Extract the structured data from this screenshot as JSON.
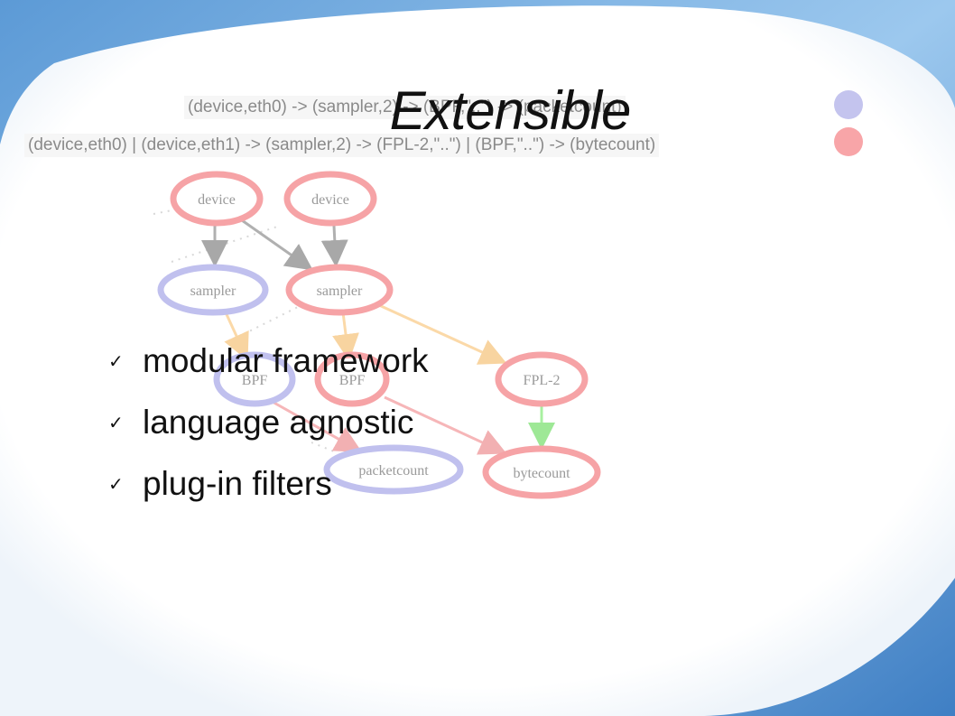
{
  "slide": {
    "title": "Extensible",
    "pipelines": [
      "(device,eth0) -> (sampler,2) -> (BPF,\"..\") -> (packetcount)",
      "(device,eth0) | (device,eth1) -> (sampler,2) -> (FPL-2,\"..\") | (BPF,\"..\") -> (bytecount)"
    ],
    "legend_colors": {
      "blue": "#c4c4ee",
      "red": "#f8a5a8"
    },
    "features": [
      {
        "icon": "checkmark-icon",
        "glyph": "✓",
        "text": "modular framework"
      },
      {
        "icon": "checkmark-icon",
        "glyph": "✓",
        "text": "language agnostic"
      },
      {
        "icon": "checkmark-icon",
        "glyph": "✓",
        "text": "plug-in filters"
      }
    ],
    "graph": {
      "nodes": {
        "device_1": "device",
        "device_2": "device",
        "sampler_1": "sampler",
        "sampler_2": "sampler",
        "bpf_1": "BPF",
        "bpf_2": "BPF",
        "fpl2": "FPL-2",
        "packetcount": "packetcount",
        "bytecount": "bytecount"
      },
      "colors": {
        "red_ring": "#f6a3a6",
        "blue_ring": "#c0c0ee",
        "gray_edge": "#b0b0b0",
        "yellow_edge": "#fbd9a8",
        "pink_edge": "#f6b6b8",
        "green_edge": "#a8f0a0"
      }
    }
  }
}
